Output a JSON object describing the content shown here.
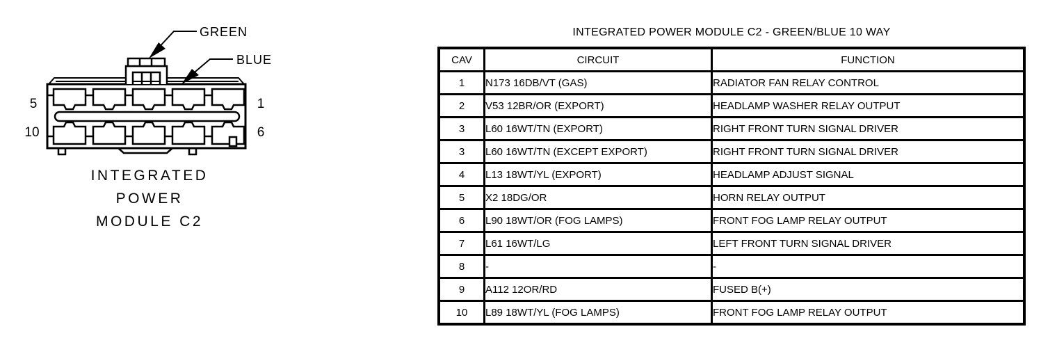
{
  "colors": {
    "ink": "#000000",
    "background": "#ffffff"
  },
  "diagram": {
    "caption_lines": [
      "INTEGRATED",
      "POWER",
      "MODULE C2"
    ],
    "labels": {
      "green": "GREEN",
      "blue": "BLUE"
    },
    "pins": {
      "top_left": "5",
      "bottom_left": "10",
      "top_right": "1",
      "bottom_right": "6"
    }
  },
  "table": {
    "title": "INTEGRATED POWER MODULE C2 - GREEN/BLUE 10 WAY",
    "columns": [
      "CAV",
      "CIRCUIT",
      "FUNCTION"
    ],
    "rows": [
      {
        "cav": "1",
        "circuit": "N173 16DB/VT (GAS)",
        "function": "RADIATOR FAN RELAY CONTROL"
      },
      {
        "cav": "2",
        "circuit": "V53 12BR/OR (EXPORT)",
        "function": "HEADLAMP WASHER RELAY OUTPUT"
      },
      {
        "cav": "3",
        "circuit": "L60 16WT/TN (EXPORT)",
        "function": "RIGHT FRONT TURN SIGNAL DRIVER"
      },
      {
        "cav": "3",
        "circuit": "L60 16WT/TN (EXCEPT EXPORT)",
        "function": "RIGHT FRONT TURN SIGNAL DRIVER"
      },
      {
        "cav": "4",
        "circuit": "L13 18WT/YL (EXPORT)",
        "function": "HEADLAMP ADJUST SIGNAL"
      },
      {
        "cav": "5",
        "circuit": "X2 18DG/OR",
        "function": "HORN RELAY OUTPUT"
      },
      {
        "cav": "6",
        "circuit": "L90 18WT/OR (FOG LAMPS)",
        "function": "FRONT FOG LAMP RELAY OUTPUT"
      },
      {
        "cav": "7",
        "circuit": "L61 16WT/LG",
        "function": "LEFT FRONT TURN SIGNAL DRIVER"
      },
      {
        "cav": "8",
        "circuit": "-",
        "function": "-"
      },
      {
        "cav": "9",
        "circuit": "A112 12OR/RD",
        "function": "FUSED B(+)"
      },
      {
        "cav": "10",
        "circuit": "L89 18WT/YL (FOG LAMPS)",
        "function": "FRONT FOG LAMP RELAY OUTPUT"
      }
    ]
  }
}
